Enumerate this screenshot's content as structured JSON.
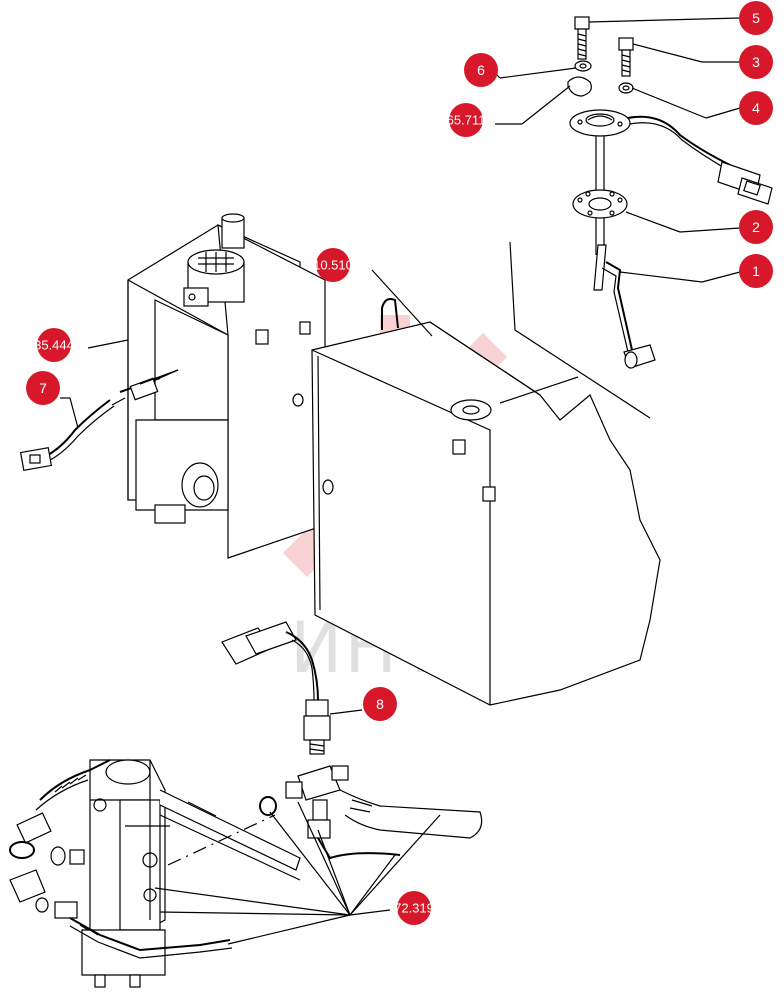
{
  "diagram": {
    "callouts": [
      {
        "id": "1",
        "label": "1"
      },
      {
        "id": "2",
        "label": "2"
      },
      {
        "id": "3",
        "label": "3"
      },
      {
        "id": "4",
        "label": "4"
      },
      {
        "id": "5",
        "label": "5"
      },
      {
        "id": "6",
        "label": "6"
      },
      {
        "id": "7",
        "label": "7"
      },
      {
        "id": "8",
        "label": "8"
      }
    ],
    "references": [
      {
        "id": "r1",
        "label": "65.711"
      },
      {
        "id": "r2",
        "label": "10.510"
      },
      {
        "id": "r3",
        "label": "35.444"
      },
      {
        "id": "r4",
        "label": "72.319"
      }
    ],
    "watermark": {
      "text": "ИНТЕХ",
      "color": "#e8383d"
    },
    "colors": {
      "callout": "#d7182a",
      "line": "#000000"
    }
  }
}
